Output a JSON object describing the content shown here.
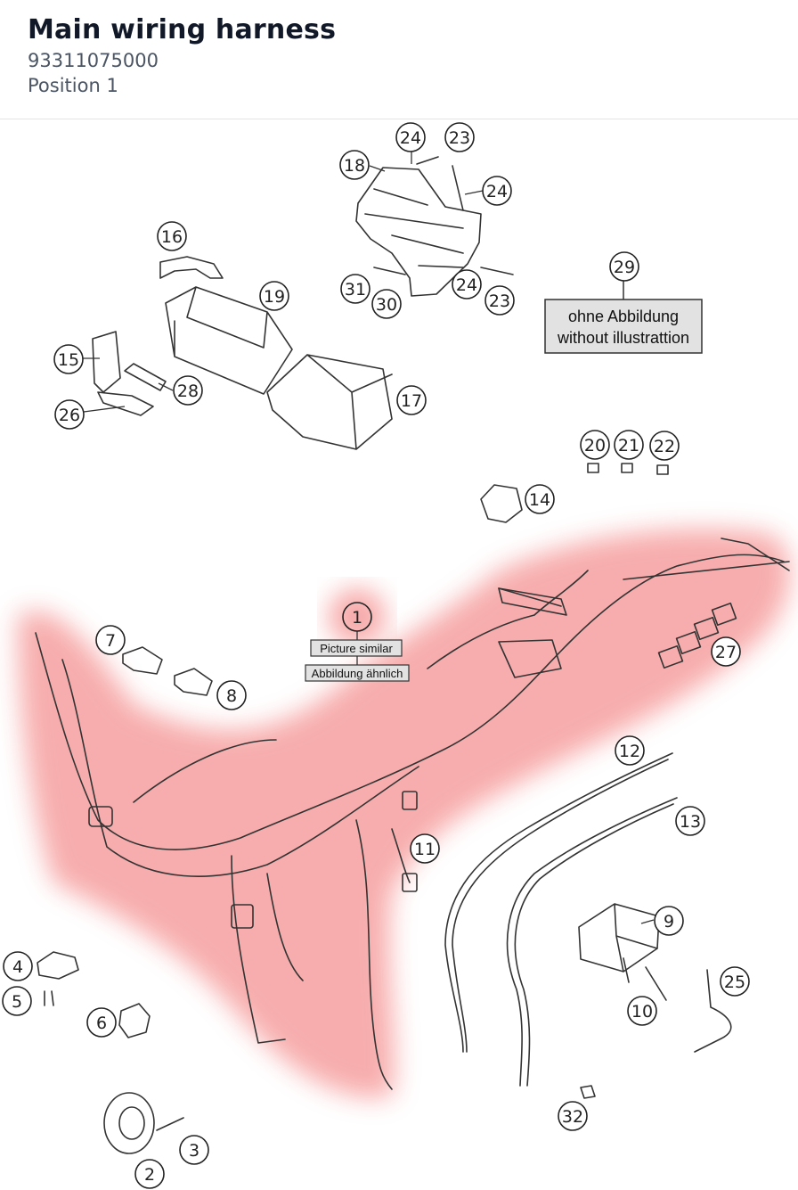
{
  "header": {
    "title": "Main wiring harness",
    "part_number": "93311075000",
    "position": "Position 1"
  },
  "diagram": {
    "highlight_color": "#f7a9a9",
    "callouts": [
      {
        "n": "24"
      },
      {
        "n": "23"
      },
      {
        "n": "18"
      },
      {
        "n": "24"
      },
      {
        "n": "16"
      },
      {
        "n": "19"
      },
      {
        "n": "31"
      },
      {
        "n": "30"
      },
      {
        "n": "24"
      },
      {
        "n": "23"
      },
      {
        "n": "29"
      },
      {
        "n": "15"
      },
      {
        "n": "28"
      },
      {
        "n": "26"
      },
      {
        "n": "17"
      },
      {
        "n": "20"
      },
      {
        "n": "21"
      },
      {
        "n": "22"
      },
      {
        "n": "14"
      },
      {
        "n": "1"
      },
      {
        "n": "7"
      },
      {
        "n": "8"
      },
      {
        "n": "27"
      },
      {
        "n": "12"
      },
      {
        "n": "13"
      },
      {
        "n": "11"
      },
      {
        "n": "9"
      },
      {
        "n": "25"
      },
      {
        "n": "10"
      },
      {
        "n": "4"
      },
      {
        "n": "5"
      },
      {
        "n": "6"
      },
      {
        "n": "32"
      },
      {
        "n": "3"
      },
      {
        "n": "2"
      }
    ],
    "note_box": {
      "line1": "ohne Abbildung",
      "line2": "without illustrattion"
    },
    "similar_label": {
      "en": "Picture similar",
      "de": "Abbildung ähnlich"
    }
  }
}
